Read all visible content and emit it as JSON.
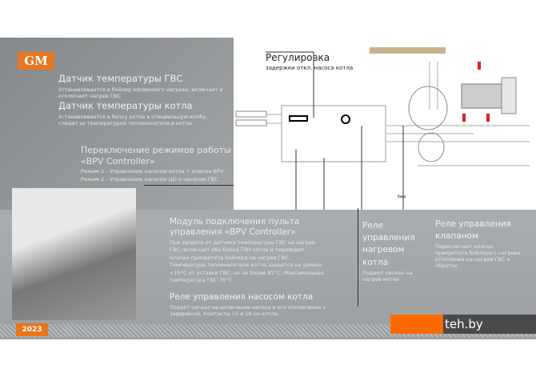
{
  "logo": "GM",
  "dhw_sensor": {
    "title": "Датчик температуры ГВС",
    "text": "Устанавливается в бойлер косвенного нагрева, включает и отключает нагрев ГВС"
  },
  "boiler_sensor": {
    "title": "Датчик температуры котла",
    "text": "Устанавливается в бочку котла в специальную колбу, следит за температурой теплоносителя в котле"
  },
  "modes": {
    "title": "Переключение режимов работы «BPV Controller»",
    "mode1": "Режим 1 – Управление насосом котла + клапан BPV",
    "mode2": "Режим 2 – Управление насосом ЦО и насосом ГВС"
  },
  "diagram": {
    "title": "Регулировка",
    "subtitle": "задержки откл. насоса котла",
    "input_label": "Ввод"
  },
  "module": {
    "title": "Модуль подключения пульта управления «BPV Controller»",
    "text": "При запросе от датчика температуры ГВС на нагрев ГВС, включает оба блока ТЭН котла и переводит клапан приоритета бойлера на нагрев ГВС. Температура теплоносителя котла задается на уровне +15°C от уставки ГВС, но не более 85°C. Максимальная температура ГВС 70°C."
  },
  "pump_relay": {
    "title": "Реле управления насосом котла",
    "text": "Подает сигнал на включение насоса и его отключение с задержкой. Контакты 15 и 18 на котле."
  },
  "heat_relay": {
    "title": "Реле управления нагревом котла",
    "text": "Подают сигнал на нагрев котла"
  },
  "valve_relay": {
    "title": "Реле управления клапаном",
    "text": "Переключает клапан приоритета бойлера с нагрева отопления на нагрев ГВС и обратно"
  },
  "year": "2023",
  "watermark": "teh.by"
}
